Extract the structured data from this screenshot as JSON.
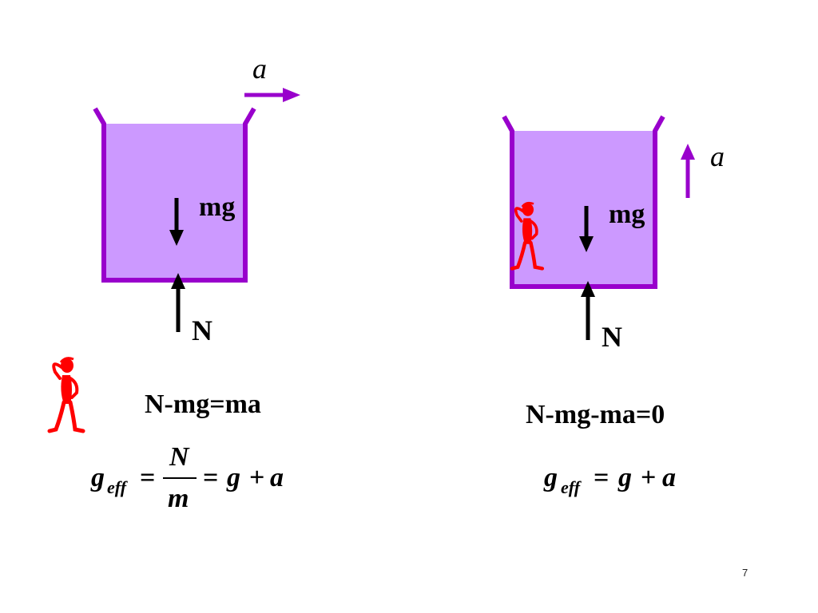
{
  "colors": {
    "tank_fill": "#cc99ff",
    "tank_border": "#9900cc",
    "accel_arrow": "#9900cc",
    "force_arrow": "#000000",
    "figure": "#ff0000"
  },
  "icons": [
    "thinking-man-icon"
  ],
  "left_panel": {
    "accel_label": "a",
    "weight_label": "mg",
    "normal_label": "N",
    "equation": "N-mg=ma",
    "geff_g": "g",
    "geff_sub": "eff",
    "geff_equals": "=",
    "geff_num": "N",
    "geff_den": "m",
    "geff_equals2": "=",
    "geff_rhs_g": "g",
    "geff_plus": "+",
    "geff_rhs_a": "a"
  },
  "right_panel": {
    "accel_label": "a",
    "weight_label": "mg",
    "normal_label": "N",
    "equation": "N-mg-ma=0",
    "geff_g": "g",
    "geff_sub": "eff",
    "geff_equals": "=",
    "geff_rhs_g": "g",
    "geff_plus": "+",
    "geff_rhs_a": "a"
  },
  "page_number": "7"
}
